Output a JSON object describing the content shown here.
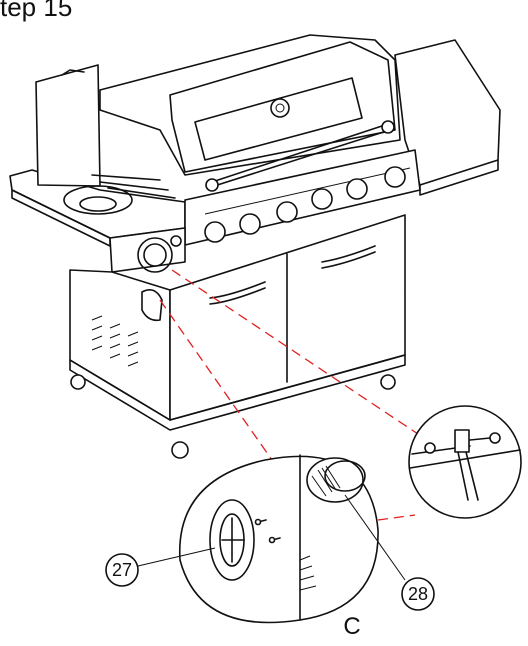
{
  "header": {
    "step_label": "tep 15"
  },
  "callouts": {
    "part_27": "27",
    "part_28": "28",
    "point_c": "C"
  },
  "colors": {
    "line": "#111111",
    "guide_dash": "#e02020",
    "background": "#ffffff"
  }
}
